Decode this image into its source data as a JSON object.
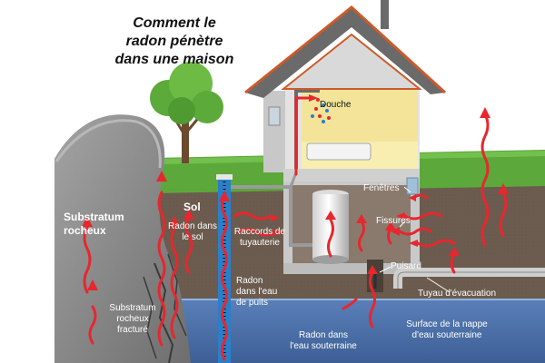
{
  "title": [
    "Comment le",
    "radon pénètre",
    "dans une maison"
  ],
  "labels": {
    "substratum": [
      "Substratum",
      "rocheux"
    ],
    "sol": "Sol",
    "radon_sol": [
      "Radon dans",
      "le sol"
    ],
    "raccords": [
      "Raccords de",
      "tuyauterie"
    ],
    "radon_puits": [
      "Radon",
      "dans l'eau",
      "de puits"
    ],
    "fracture": [
      "Substratum",
      "rocheux",
      "fracturé"
    ],
    "douche": "Douche",
    "fenetres": "Fenêtres",
    "fissures": "Fissures",
    "puisard": "Puisard",
    "tuyau": "Tuyau d'évacuation",
    "radon_eau": [
      "Radon dans",
      "l'eau souterraine"
    ],
    "nappe": [
      "Surface de la nappe",
      "d'eau souterraine"
    ]
  },
  "colors": {
    "radon_arrow": "#e8262d",
    "soil": "#6b5b4e",
    "groundwater": "#4a6fa5",
    "grass": "#5ca83a",
    "rock": "#8a8a8a",
    "basement": "#c9c9c9",
    "roof": "#6a6a6a",
    "pipe_blue": "#2a7fc9",
    "room_light": "#f7eeb0"
  }
}
